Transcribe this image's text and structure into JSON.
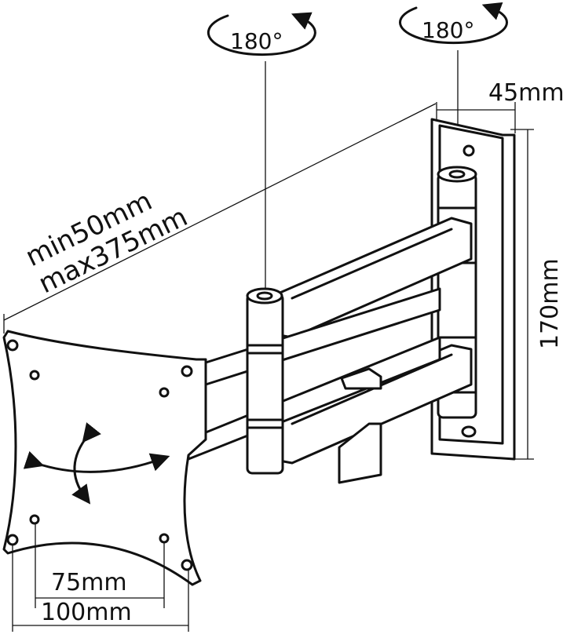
{
  "labels": {
    "rotation_arm": "180°",
    "rotation_wall": "180°",
    "depth": "45mm",
    "height": "170mm",
    "extension_min": "min50mm",
    "extension_max": "max375mm",
    "vesa_small": "75mm",
    "vesa_large": "100mm"
  },
  "colors": {
    "line": "#111111",
    "background": "#ffffff"
  }
}
